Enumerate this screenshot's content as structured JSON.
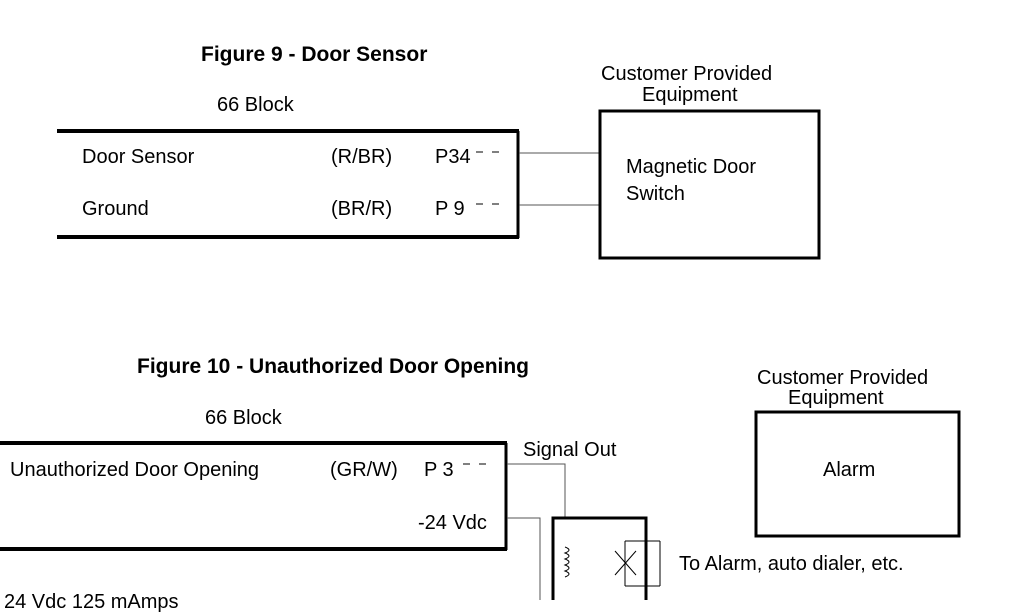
{
  "figure9": {
    "title": "Figure 9 - Door Sensor",
    "block_label": "66 Block",
    "customer_label_line1": "Customer Provided",
    "customer_label_line2": "Equipment",
    "rows": [
      {
        "name": "Door Sensor",
        "code": "(R/BR)",
        "pin": "P34"
      },
      {
        "name": "Ground",
        "code": "(BR/R)",
        "pin": "P 9"
      }
    ],
    "device_line1": "Magnetic Door",
    "device_line2": "Switch"
  },
  "figure10": {
    "title": "Figure 10 - Unauthorized Door Opening",
    "block_label": "66 Block",
    "customer_label_line1": "Customer Provided",
    "customer_label_line2": "Equipment",
    "row": {
      "name": "Unauthorized Door Opening",
      "code": "(GR/W)",
      "pin": "P 3"
    },
    "supply_label": "-24 Vdc",
    "signal_label": "Signal Out",
    "device_label": "Alarm",
    "relay_output_label": "To Alarm, auto dialer, etc.",
    "bottom_cut_text": "24 Vdc 125 mAmps"
  }
}
